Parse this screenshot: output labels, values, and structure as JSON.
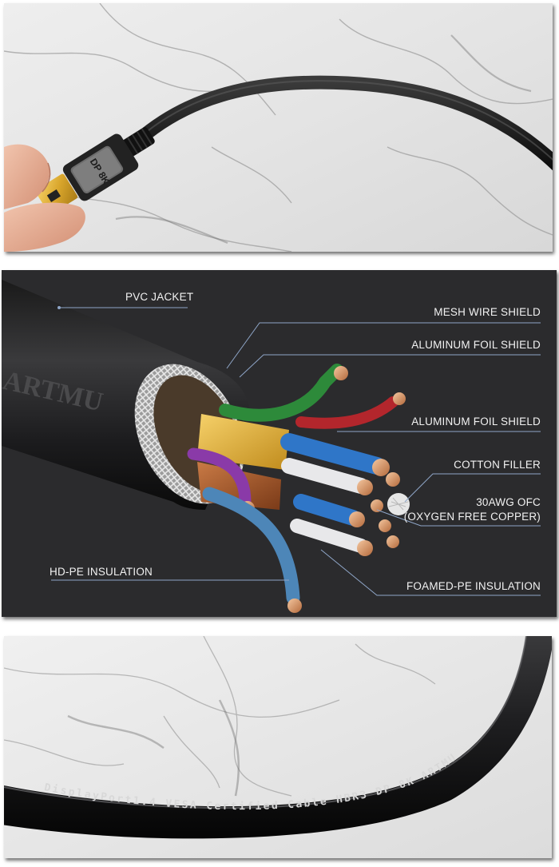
{
  "top_panel": {
    "connector_logo_text": "DP 8K"
  },
  "cable_diagram": {
    "brand_watermark": "ARTMU",
    "callouts": {
      "pvc_jacket": "PVC JACKET",
      "mesh_wire_shield": "MESH WIRE SHIELD",
      "aluminum_foil_shield_1": "ALUMINUM FOIL SHIELD",
      "aluminum_foil_shield_2": "ALUMINUM FOIL SHIELD",
      "cotton_filler": "COTTON FILLER",
      "ofc_line1": "30AWG OFC",
      "ofc_line2": "(OXYGEN FREE COPPER)",
      "hd_pe_insulation": "HD-PE INSULATION",
      "foamed_pe_insulation": "FOAMED-PE INSULATION"
    }
  },
  "bottom_panel": {
    "cable_print": "DisplayPort1.4 VESA Certified Cable HBR3 DP 8K ARTMU"
  },
  "colors": {
    "diagram_background": "#2b2b2d",
    "callout_line": "#8fa6c8",
    "cable_jacket": "#1c1c1e"
  }
}
